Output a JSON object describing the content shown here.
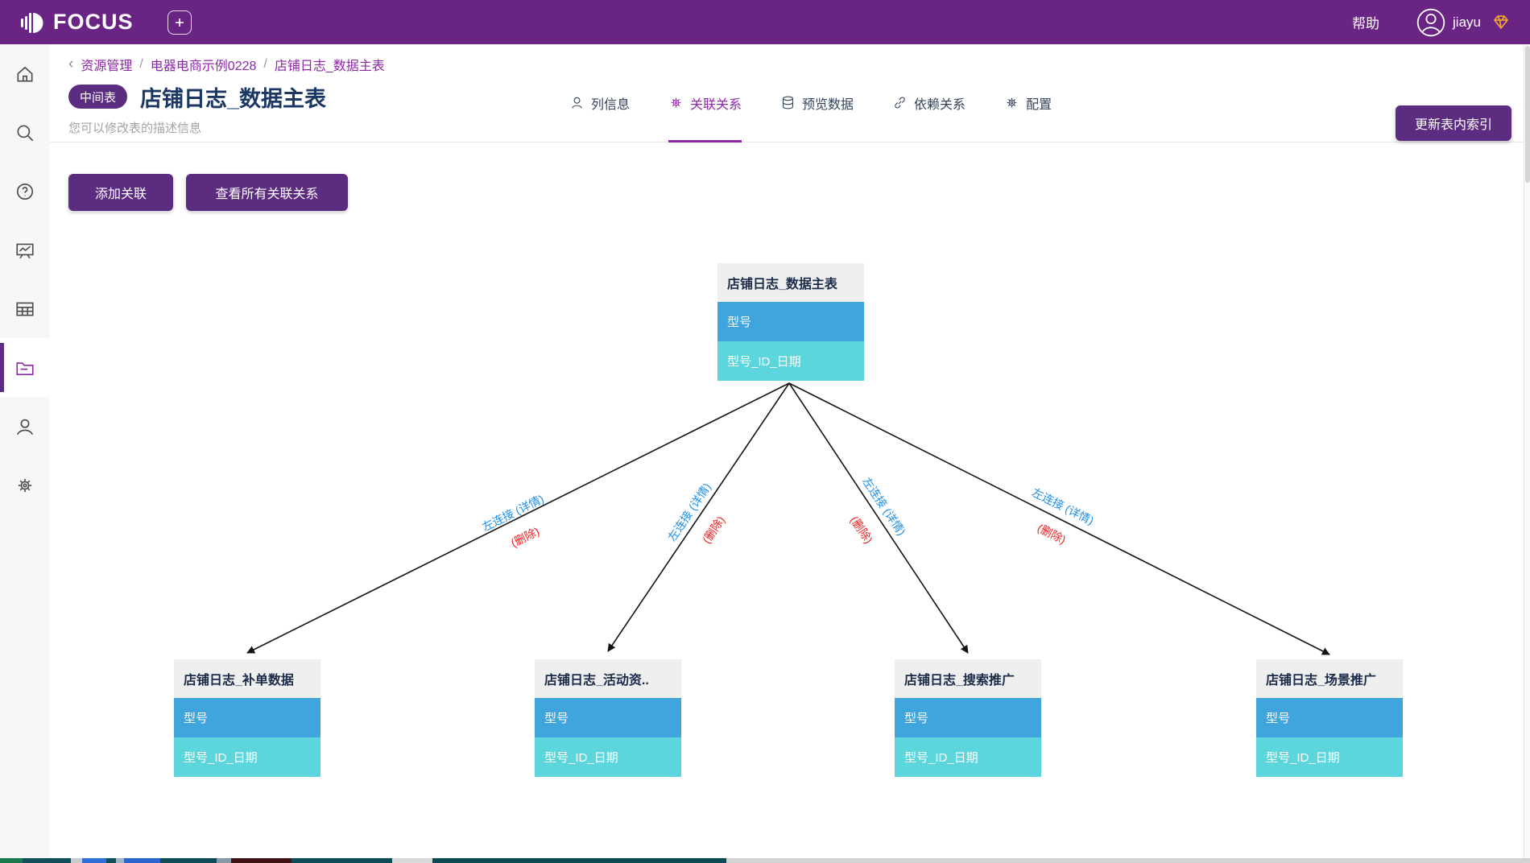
{
  "colors": {
    "topbar_bg": "#6A2483",
    "button_bg": "#5B2C7F",
    "link": "#8E27A8",
    "active_tab": "#8E27A8",
    "title_text": "#1B3764",
    "tab_text": "#33435A",
    "node_header_bg": "#EFEFEF",
    "node_header_text": "#1B2B49",
    "node_row1_bg": "#3FA5DC",
    "node_row2_bg": "#5CD6DC",
    "join_label": "#1E8FE8",
    "delete_label": "#F02121",
    "gem": "#F0A32F"
  },
  "topbar": {
    "brand": "FOCUS",
    "help": "帮助",
    "username": "jiayu"
  },
  "breadcrumb": {
    "back_icon": "‹",
    "separator": "/",
    "items": [
      "资源管理",
      "电器电商示例0228",
      "店铺日志_数据主表"
    ]
  },
  "header": {
    "badge": "中间表",
    "title": "店铺日志_数据主表",
    "description": "您可以修改表的描述信息",
    "update_index_button": "更新表内索引"
  },
  "tabs": [
    {
      "label": "列信息",
      "icon": "user-icon",
      "active": false
    },
    {
      "label": "关联关系",
      "icon": "gear-icon",
      "active": true
    },
    {
      "label": "预览数据",
      "icon": "database-icon",
      "active": false
    },
    {
      "label": "依赖关系",
      "icon": "link-icon",
      "active": false
    },
    {
      "label": "配置",
      "icon": "gear-icon",
      "active": false
    }
  ],
  "actions": {
    "add_relation": "添加关联",
    "view_all": "查看所有关联关系"
  },
  "sidebar": {
    "items": [
      "home",
      "search",
      "help",
      "dashboard",
      "data-table",
      "resources",
      "user",
      "settings"
    ],
    "active": "resources"
  },
  "diagram": {
    "main_table": {
      "title": "店铺日志_数据主表",
      "rows": [
        "型号",
        "型号_ID_日期"
      ]
    },
    "related_tables": [
      {
        "title": "店铺日志_补单数据",
        "rows": [
          "型号",
          "型号_ID_日期"
        ]
      },
      {
        "title": "店铺日志_活动资..",
        "rows": [
          "型号",
          "型号_ID_日期"
        ]
      },
      {
        "title": "店铺日志_搜索推广",
        "rows": [
          "型号",
          "型号_ID_日期"
        ]
      },
      {
        "title": "店铺日志_场景推广",
        "rows": [
          "型号",
          "型号_ID_日期"
        ]
      }
    ],
    "edges": [
      {
        "join_label": "左连接 (详情)",
        "delete_label": "(删除)"
      },
      {
        "join_label": "左连接 (详情)",
        "delete_label": "(删除)"
      },
      {
        "join_label": "左连接 (详情)",
        "delete_label": "(删除)"
      },
      {
        "join_label": "左连接 (详情)",
        "delete_label": "(删除)"
      }
    ]
  }
}
